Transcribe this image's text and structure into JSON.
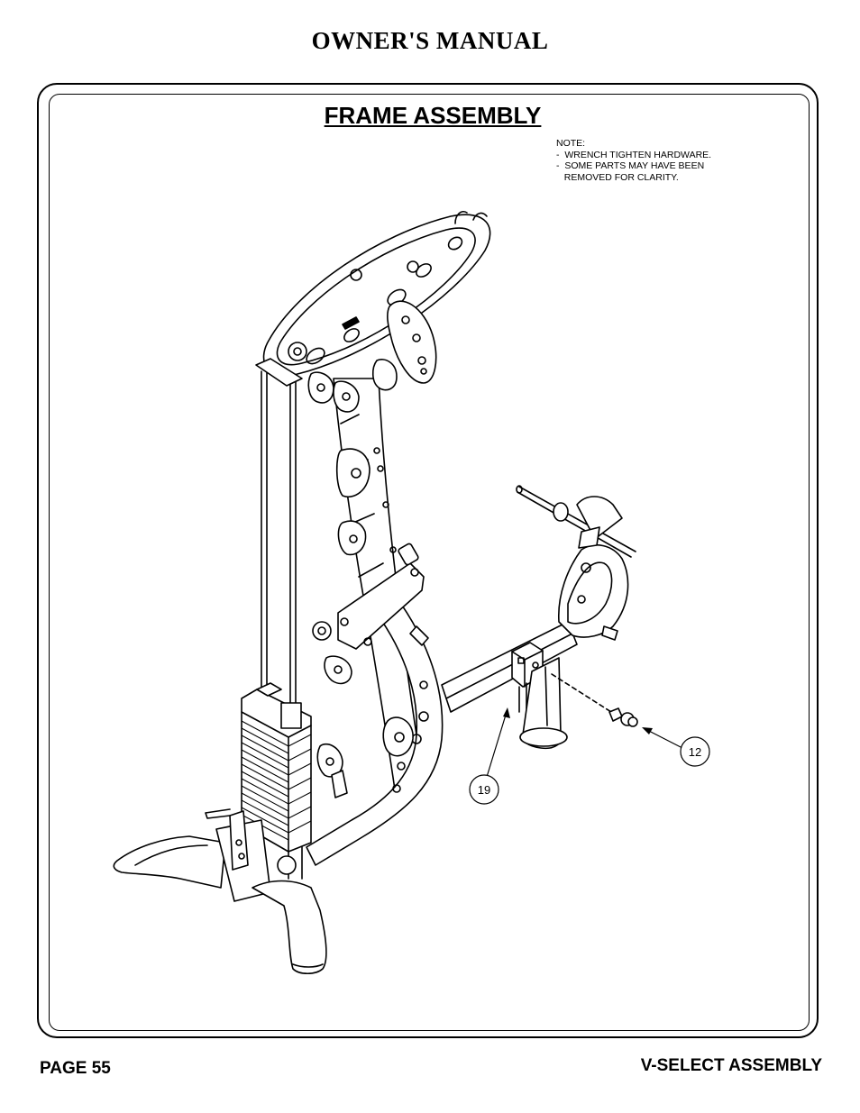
{
  "header": {
    "title": "OWNER'S MANUAL"
  },
  "section": {
    "title": "FRAME ASSEMBLY"
  },
  "note": {
    "lines": [
      "NOTE:",
      "-  WRENCH TIGHTEN HARDWARE.",
      "-  SOME PARTS MAY HAVE BEEN",
      "   REMOVED FOR CLARITY."
    ]
  },
  "callouts": {
    "part_12": "12",
    "part_19": "19"
  },
  "footer": {
    "page": "PAGE 55",
    "section_name": "V-SELECT ASSEMBLY"
  }
}
